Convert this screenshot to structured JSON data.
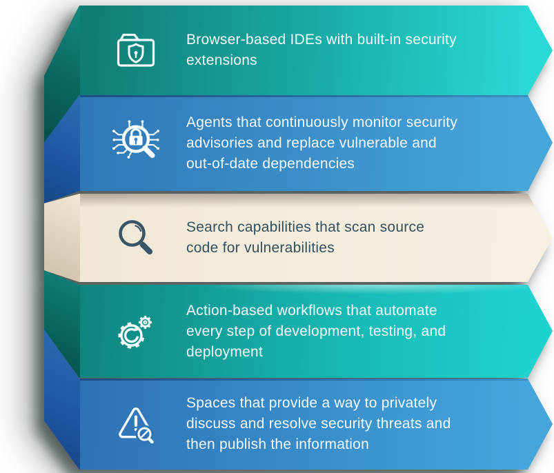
{
  "canvas": {
    "background": "#ffffff"
  },
  "rows": [
    {
      "icon": "folder-shield-icon",
      "lines": [
        "Browser-based IDEs with built-in security",
        "extensions"
      ],
      "colors": {
        "fill_start": "#10786f",
        "fill_end": "#2ad8d4",
        "fold": "#0b655f",
        "text": "#f4f9fb"
      }
    },
    {
      "icon": "magnifier-lock-circuit-icon",
      "lines": [
        "Agents that continuously monitor security",
        "advisories and replace vulnerable and",
        "out-of-date dependencies"
      ],
      "colors": {
        "fill_start": "#2e76b5",
        "fill_end": "#47a7db",
        "fold": "#1e55a2",
        "text": "#f4f9fb"
      }
    },
    {
      "icon": "magnifier-icon",
      "lines": [
        "Search capabilities that scan source",
        "code for vulnerabilities"
      ],
      "colors": {
        "fill_start": "#efe6d5",
        "fill_end": "#f6f0e3",
        "fold": "#ddd1bc",
        "text": "#33505f"
      }
    },
    {
      "icon": "gear-automation-icon",
      "lines": [
        "Action-based workflows that automate",
        "every step of development, testing, and",
        "deployment"
      ],
      "colors": {
        "fill_start": "#0e817a",
        "fill_end": "#20d2cf",
        "fold": "#0a625d",
        "text": "#f4f9fb"
      }
    },
    {
      "icon": "warning-scan-icon",
      "lines": [
        "Spaces that provide a way to privately",
        "discuss and resolve security threats and",
        "then publish the information"
      ],
      "colors": {
        "fill_start": "#2d6fb4",
        "fill_end": "#46a6dc",
        "fold": "#1e55a2",
        "text": "#f4f9fb"
      }
    }
  ]
}
